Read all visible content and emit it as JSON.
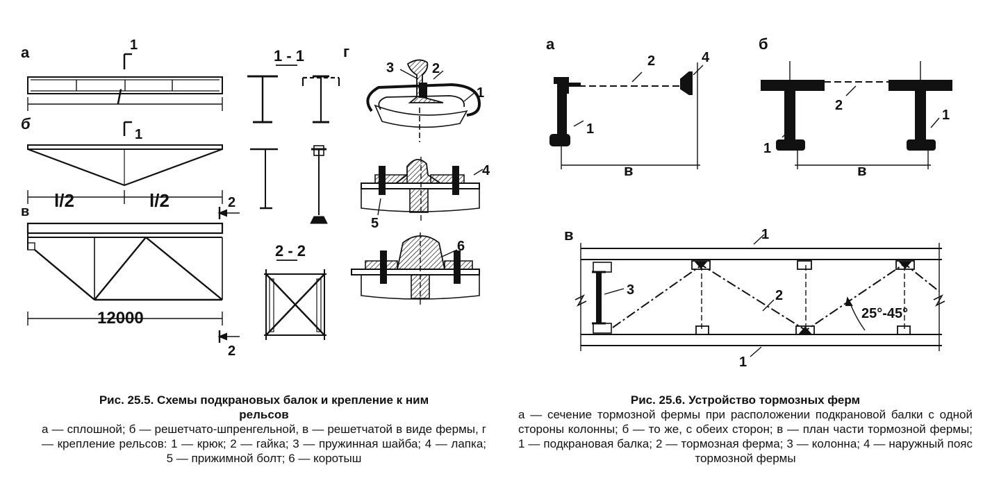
{
  "fig5": {
    "labels": {
      "a": "а",
      "b": "б",
      "v": "в",
      "g": "г",
      "sec11": "1 - 1",
      "sec22": "2 - 2",
      "cut1": "1",
      "cut2": "2",
      "span": "l",
      "half": "l/2",
      "length": "12000",
      "n1": "1",
      "n2": "2",
      "n3": "3",
      "n4": "4",
      "n5": "5",
      "n6": "6"
    },
    "caption_title": "Рис. 25.5. Схемы подкрановых балок и крепление к ним рельсов",
    "caption_text": "а — сплошной; б — решетчато-шпренгельной, в — решетчатой в виде фермы, г — крепление рельсов: 1 — крюк; 2 — гайка; 3 — пружинная шайба; 4 — лапка; 5 — прижимной болт; 6 — коротыш"
  },
  "fig6": {
    "labels": {
      "a": "а",
      "b": "б",
      "v": "в",
      "n1": "1",
      "n2": "2",
      "n3": "3",
      "n4": "4",
      "width": "в",
      "angle": "25°-45°"
    },
    "caption_title": "Рис. 25.6. Устройство тормозных ферм",
    "caption_text": "а — сечение тормозной фермы при расположении подкрановой балки с одной стороны колонны; б — то же, с обеих сторон; в — план части тормозной фермы; 1 — подкрановая балка; 2 — тормозная ферма; 3 — колонна; 4 — наружный пояс тормозной фермы"
  }
}
